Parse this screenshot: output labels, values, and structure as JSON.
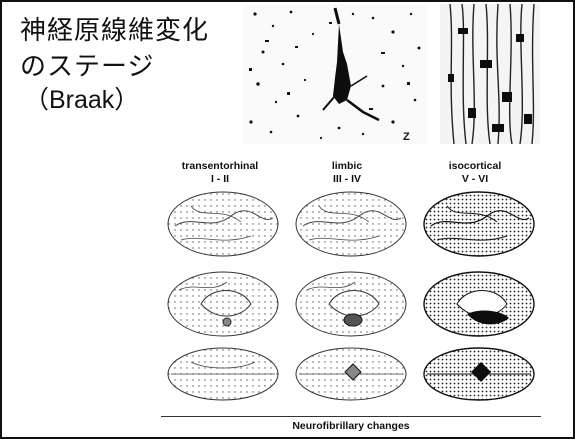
{
  "slide": {
    "title_line1": "神経原線維変化",
    "title_line2": "のステージ",
    "title_line3": "（Braak）"
  },
  "figure": {
    "stages": [
      {
        "name": "transentorhinal",
        "range": "I - II"
      },
      {
        "name": "limbic",
        "range": "III - IV"
      },
      {
        "name": "isocortical",
        "range": "V - VI"
      }
    ],
    "caption": "Neurofibrillary changes"
  }
}
